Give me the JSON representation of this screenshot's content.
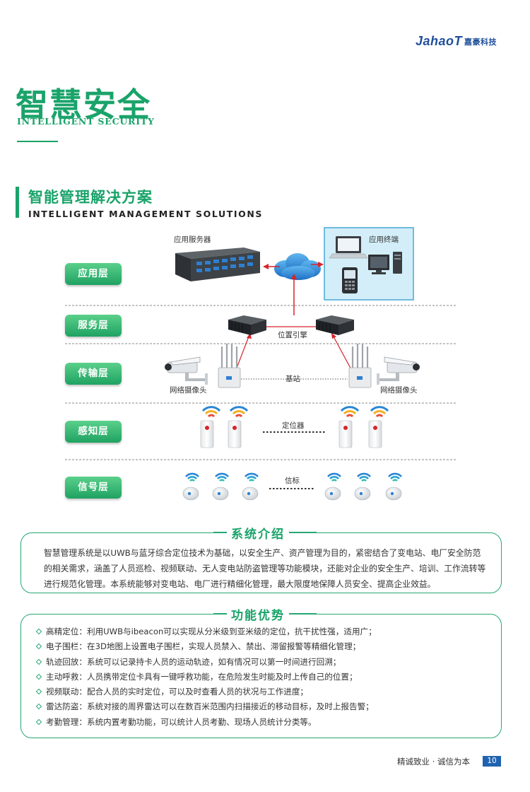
{
  "brand": {
    "name": "JahaoT",
    "name_cn": "嘉豪科技"
  },
  "hero": {
    "title": "智慧安全",
    "subtitle": "INTELLIGENT SECURITY"
  },
  "section": {
    "title": "智能管理解决方案",
    "subtitle": "INTELLIGENT MANAGEMENT SOLUTIONS"
  },
  "diagram": {
    "layers": [
      "应用层",
      "服务层",
      "传输层",
      "感知层",
      "信号层"
    ],
    "labels": {
      "app_server": "应用服务器",
      "app_terminal": "应用终端",
      "position_engine": "位置引擎",
      "base_station": "基站",
      "camera_left": "网络摄像头",
      "camera_right": "网络摄像头",
      "locator": "定位器",
      "beacon": "信标"
    }
  },
  "intro": {
    "title": "系统介绍",
    "text": "智慧管理系统是以UWB与蓝牙综合定位技术为基础，以安全生产、资产管理为目的，紧密结合了变电站、电厂安全防范的相关需求，涵盖了人员巡检、视频联动、无人变电站防盗管理等功能模块，还能对企业的安全生产、培训、工作流转等进行规范化管理。本系统能够对变电站、电厂进行精细化管理，最大限度地保障人员安全、提高企业效益。"
  },
  "features": {
    "title": "功能优势",
    "items": [
      "高精定位：利用UWB与ibeacon可以实现从分米级到亚米级的定位，抗干扰性强，适用广；",
      "电子围栏：在3D地图上设置电子围栏，实现人员禁入、禁出、滞留报警等精细化管理；",
      "轨迹回放：系统可以记录持卡人员的运动轨迹，如有情况可以第一时间进行回溯；",
      "主动呼救：人员携带定位卡具有一键呼救功能，在危险发生时能及时上传自己的位置；",
      "视频联动：配合人员的实时定位，可以及时查看人员的状况与工作进度；",
      "雷达防盗：系统对接的周界雷达可以在数百米范围内扫描接近的移动目标，及时上报告警；",
      "考勤管理：系统内置考勤功能，可以统计人员考勤、现场人员统计分类等。"
    ]
  },
  "footer": {
    "slogan": "精诚致业 · 诚信为本",
    "page": "10"
  },
  "colors": {
    "accent": "#1aa36a",
    "brand": "#1f4f9b",
    "page_badge": "#1f63b0"
  }
}
